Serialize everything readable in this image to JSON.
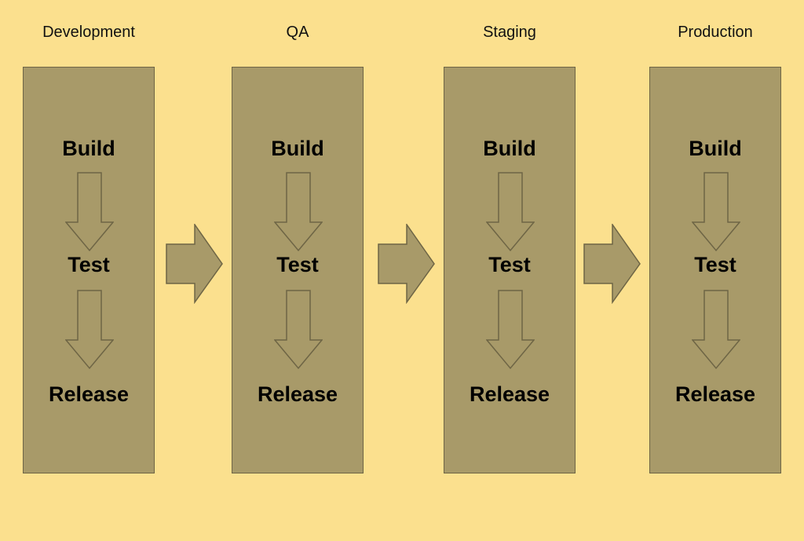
{
  "colors": {
    "background": "#fbe08e",
    "box_fill": "#a89a69",
    "box_border": "#6e6545",
    "arrow_fill": "#a89a69",
    "arrow_stroke": "#6e6545"
  },
  "stages": [
    {
      "title": "Development",
      "steps": {
        "build": "Build",
        "test": "Test",
        "release": "Release"
      }
    },
    {
      "title": "QA",
      "steps": {
        "build": "Build",
        "test": "Test",
        "release": "Release"
      }
    },
    {
      "title": "Staging",
      "steps": {
        "build": "Build",
        "test": "Test",
        "release": "Release"
      }
    },
    {
      "title": "Production",
      "steps": {
        "build": "Build",
        "test": "Test",
        "release": "Release"
      }
    }
  ],
  "icons": {
    "step_arrow": "arrow-down-icon",
    "stage_arrow": "arrow-right-icon"
  }
}
